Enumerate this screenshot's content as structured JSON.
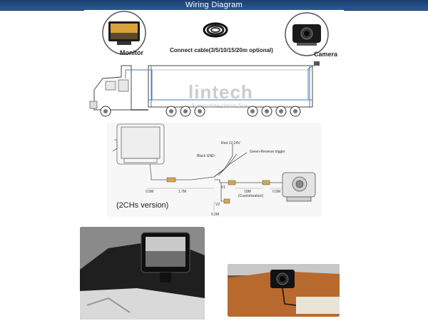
{
  "header": {
    "title": "Wiring Diagram"
  },
  "overview": {
    "monitor_label": "Monitor",
    "cable_label": "Connect cable(3/5/10/15/20m optional)",
    "camera_label": "Camera",
    "watermark_brand": "lintech",
    "watermark_sub": "Automobile Vision Sys"
  },
  "detail": {
    "red_wire": "Red 12-24V",
    "green_wire": "Green-Reverse trigger",
    "black_wire": "Black GND",
    "len_monitor": "0.5M",
    "len_mid": "1.7M",
    "len_cable": "10M",
    "len_camera": "0.5M",
    "len_drop": "0.2M",
    "v1": "V1",
    "v2": "V2",
    "customization": "(Customization)",
    "version": "(2CHs version)"
  },
  "colors": {
    "header": "#1f4a82",
    "truck_line": "#4a7fb5"
  }
}
